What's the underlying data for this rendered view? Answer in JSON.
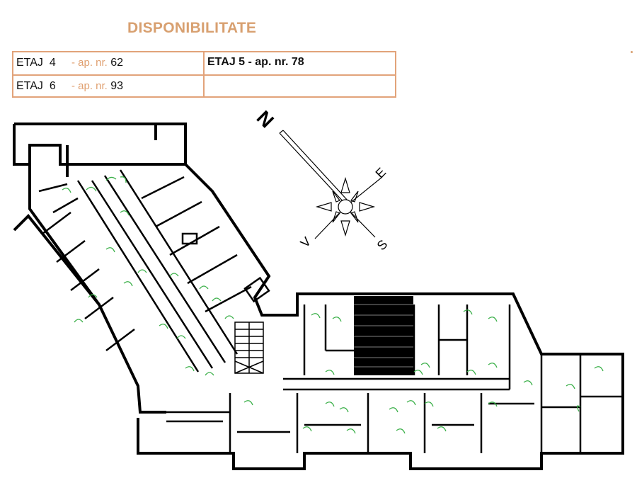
{
  "header": {
    "title": "DISPONIBILITATE"
  },
  "availability": {
    "rows": [
      {
        "floor_label": "ETAJ",
        "floor_number": "4",
        "apartment_prefix": "- ap. nr.",
        "apartment_number": "62"
      },
      {
        "floor_label": "ETAJ",
        "floor_number": "6",
        "apartment_prefix": "- ap. nr.",
        "apartment_number": "93"
      }
    ],
    "highlight_cell": "ETAJ 5 - ap. nr. 78"
  },
  "compass": {
    "north": "N",
    "east": "E",
    "south": "S",
    "west": "V"
  },
  "colors": {
    "accent": "#e2a37a",
    "door_swing": "#3cb04a",
    "walls": "#000000"
  }
}
